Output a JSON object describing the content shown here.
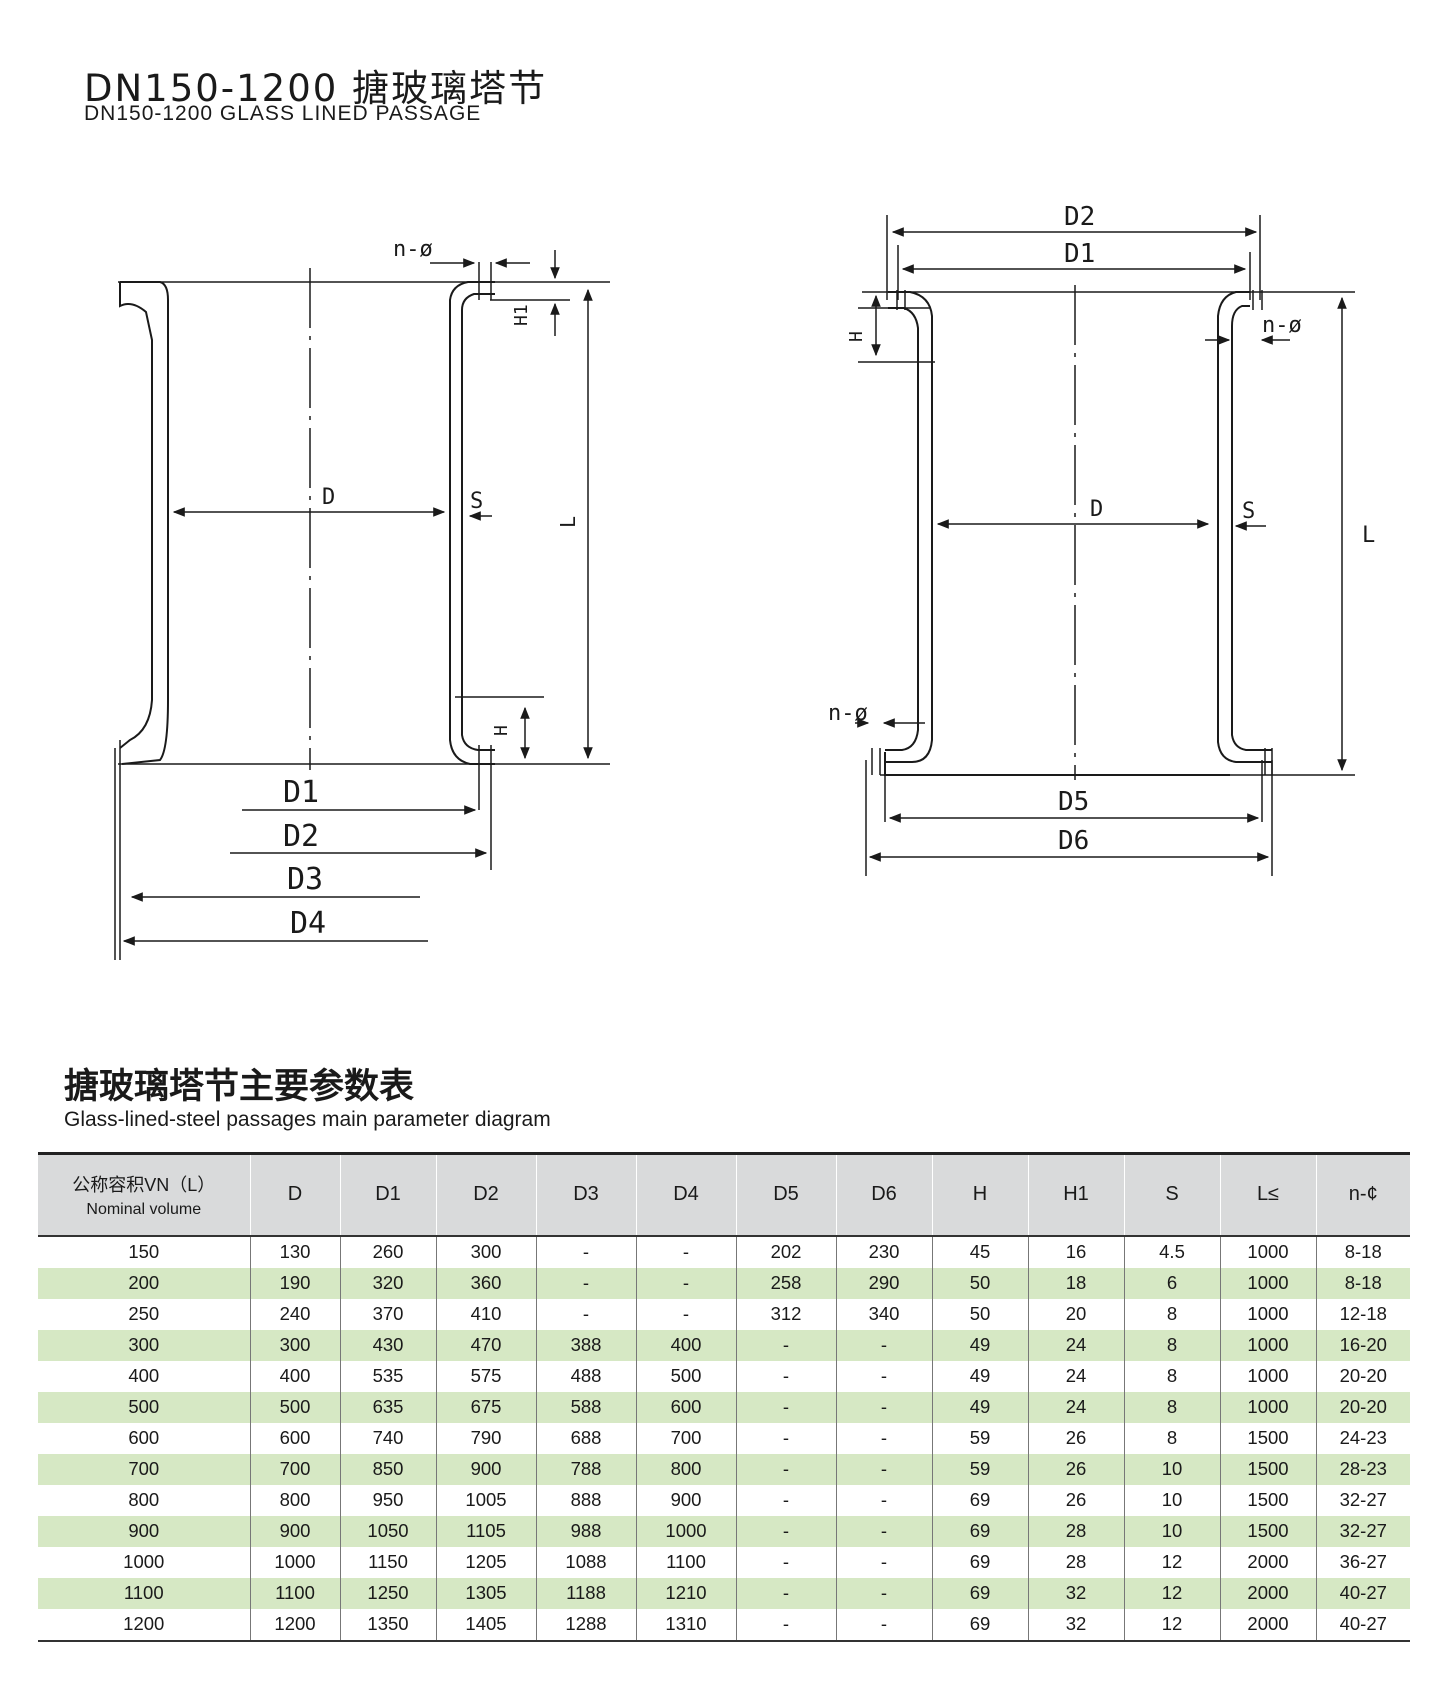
{
  "header": {
    "title_cn": "DN150-1200 搪玻璃塔节",
    "title_en": "DN150-1200  GLASS LINED PASSAGE"
  },
  "drawing_left": {
    "labels": {
      "n_phi": "n-ø",
      "h1": "H1",
      "d": "D",
      "s": "S",
      "l": "L",
      "h": "H",
      "d1": "D1",
      "d2": "D2",
      "d3": "D3",
      "d4": "D4"
    }
  },
  "drawing_right": {
    "labels": {
      "d2": "D2",
      "d1": "D1",
      "h": "H",
      "n_phi_top": "n-ø",
      "d": "D",
      "s": "S",
      "l": "L",
      "n_phi_bottom": "n-ø",
      "d5": "D5",
      "d6": "D6"
    }
  },
  "table": {
    "title_cn": "搪玻璃塔节主要参数表",
    "title_en": "Glass-lined-steel passages main parameter diagram",
    "header_cn": "公称容积VN（L）",
    "header_en": "Nominal volume",
    "columns": [
      "D",
      "D1",
      "D2",
      "D3",
      "D4",
      "D5",
      "D6",
      "H",
      "H1",
      "S",
      "L≤",
      "n-¢"
    ],
    "rows": [
      [
        "150",
        "130",
        "260",
        "300",
        "-",
        "-",
        "202",
        "230",
        "45",
        "16",
        "4.5",
        "1000",
        "8-18"
      ],
      [
        "200",
        "190",
        "320",
        "360",
        "-",
        "-",
        "258",
        "290",
        "50",
        "18",
        "6",
        "1000",
        "8-18"
      ],
      [
        "250",
        "240",
        "370",
        "410",
        "-",
        "-",
        "312",
        "340",
        "50",
        "20",
        "8",
        "1000",
        "12-18"
      ],
      [
        "300",
        "300",
        "430",
        "470",
        "388",
        "400",
        "-",
        "-",
        "49",
        "24",
        "8",
        "1000",
        "16-20"
      ],
      [
        "400",
        "400",
        "535",
        "575",
        "488",
        "500",
        "-",
        "-",
        "49",
        "24",
        "8",
        "1000",
        "20-20"
      ],
      [
        "500",
        "500",
        "635",
        "675",
        "588",
        "600",
        "-",
        "-",
        "49",
        "24",
        "8",
        "1000",
        "20-20"
      ],
      [
        "600",
        "600",
        "740",
        "790",
        "688",
        "700",
        "-",
        "-",
        "59",
        "26",
        "8",
        "1500",
        "24-23"
      ],
      [
        "700",
        "700",
        "850",
        "900",
        "788",
        "800",
        "-",
        "-",
        "59",
        "26",
        "10",
        "1500",
        "28-23"
      ],
      [
        "800",
        "800",
        "950",
        "1005",
        "888",
        "900",
        "-",
        "-",
        "69",
        "26",
        "10",
        "1500",
        "32-27"
      ],
      [
        "900",
        "900",
        "1050",
        "1105",
        "988",
        "1000",
        "-",
        "-",
        "69",
        "28",
        "10",
        "1500",
        "32-27"
      ],
      [
        "1000",
        "1000",
        "1150",
        "1205",
        "1088",
        "1100",
        "-",
        "-",
        "69",
        "28",
        "12",
        "2000",
        "36-27"
      ],
      [
        "1100",
        "1100",
        "1250",
        "1305",
        "1188",
        "1210",
        "-",
        "-",
        "69",
        "32",
        "12",
        "2000",
        "40-27"
      ],
      [
        "1200",
        "1200",
        "1350",
        "1405",
        "1288",
        "1310",
        "-",
        "-",
        "69",
        "32",
        "12",
        "2000",
        "40-27"
      ]
    ]
  }
}
